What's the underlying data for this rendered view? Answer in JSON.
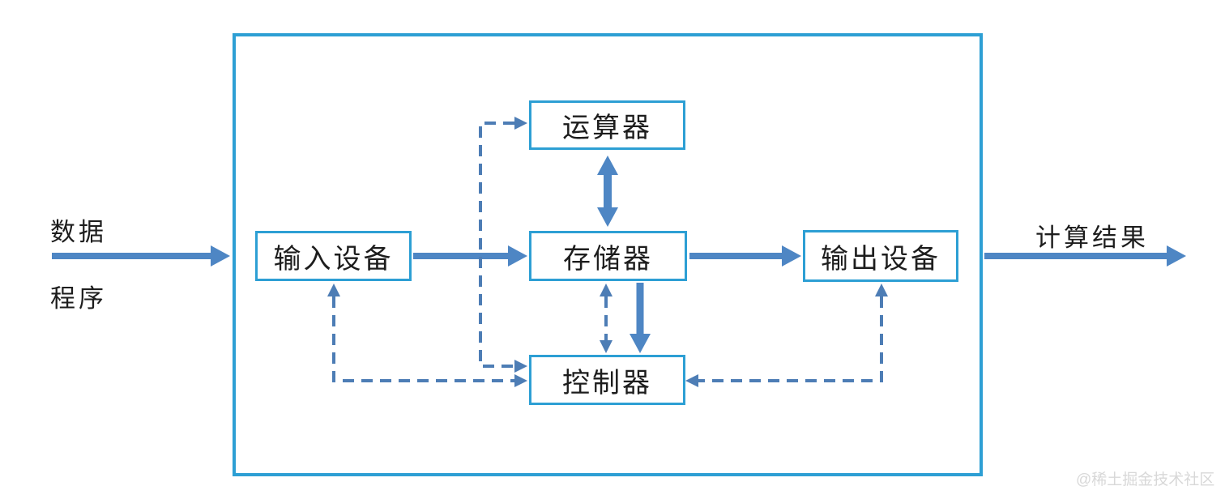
{
  "diagram": {
    "nodes": {
      "alu": {
        "label": "运算器"
      },
      "input": {
        "label": "输入设备"
      },
      "memory": {
        "label": "存储器"
      },
      "output": {
        "label": "输出设备"
      },
      "controller": {
        "label": "控制器"
      }
    },
    "io": {
      "data_label": "数据",
      "program_label": "程序",
      "result_label": "计算结果"
    },
    "edges": [
      {
        "from": "data/program",
        "to": "system-boundary",
        "style": "solid",
        "direction": "right"
      },
      {
        "from": "input",
        "to": "memory",
        "style": "solid",
        "direction": "right"
      },
      {
        "from": "memory",
        "to": "output",
        "style": "solid",
        "direction": "right"
      },
      {
        "from": "output",
        "to": "result",
        "style": "solid",
        "direction": "right"
      },
      {
        "from": "alu",
        "to": "memory",
        "style": "solid",
        "direction": "both"
      },
      {
        "from": "memory",
        "to": "controller",
        "style": "solid",
        "direction": "down"
      },
      {
        "from": "memory",
        "to": "controller",
        "style": "dashed",
        "direction": "both"
      },
      {
        "from": "controller",
        "to": "alu",
        "style": "dashed",
        "direction": "both"
      },
      {
        "from": "controller",
        "to": "input",
        "style": "dashed",
        "direction": "both"
      },
      {
        "from": "controller",
        "to": "output",
        "style": "dashed",
        "direction": "both"
      }
    ],
    "watermark": "@稀土掘金技术社区"
  },
  "theme": {
    "bg": "#ffffff",
    "c-box": "#2d9fd4",
    "c-solid": "#4e86c4",
    "c-dash": "#4d7db5",
    "c-text": "#1d1d1d",
    "c-watermark": "#d8d8d8"
  }
}
